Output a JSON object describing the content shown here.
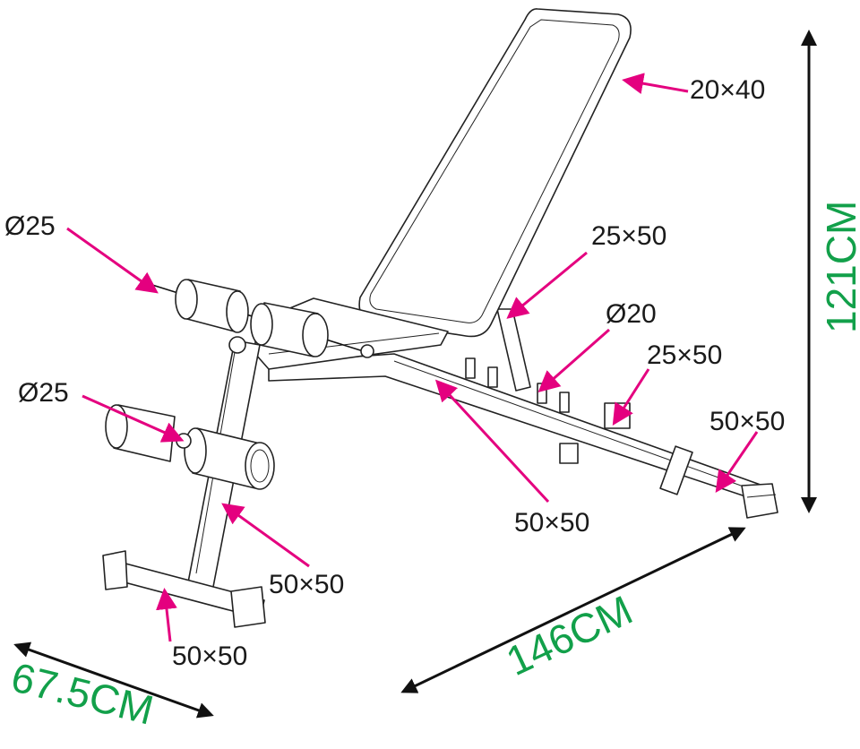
{
  "colors": {
    "pointer": "#e4007f",
    "dimension_text": "#12a04a",
    "dimension_arrow": "#111111"
  },
  "labels": {
    "backrest_tube": "20×40",
    "backrest_support": "25×50",
    "adjust_pin": "Ø20",
    "ladder_tube": "25×50",
    "rear_foot": "50×50",
    "main_rail": "50×50",
    "top_roller_bar": "Ø25",
    "lower_roller_bar": "Ø25",
    "front_leg": "50×50",
    "front_foot": "50×50"
  },
  "dimensions": {
    "height": "121CM",
    "length": "146CM",
    "width": "67.5CM"
  }
}
